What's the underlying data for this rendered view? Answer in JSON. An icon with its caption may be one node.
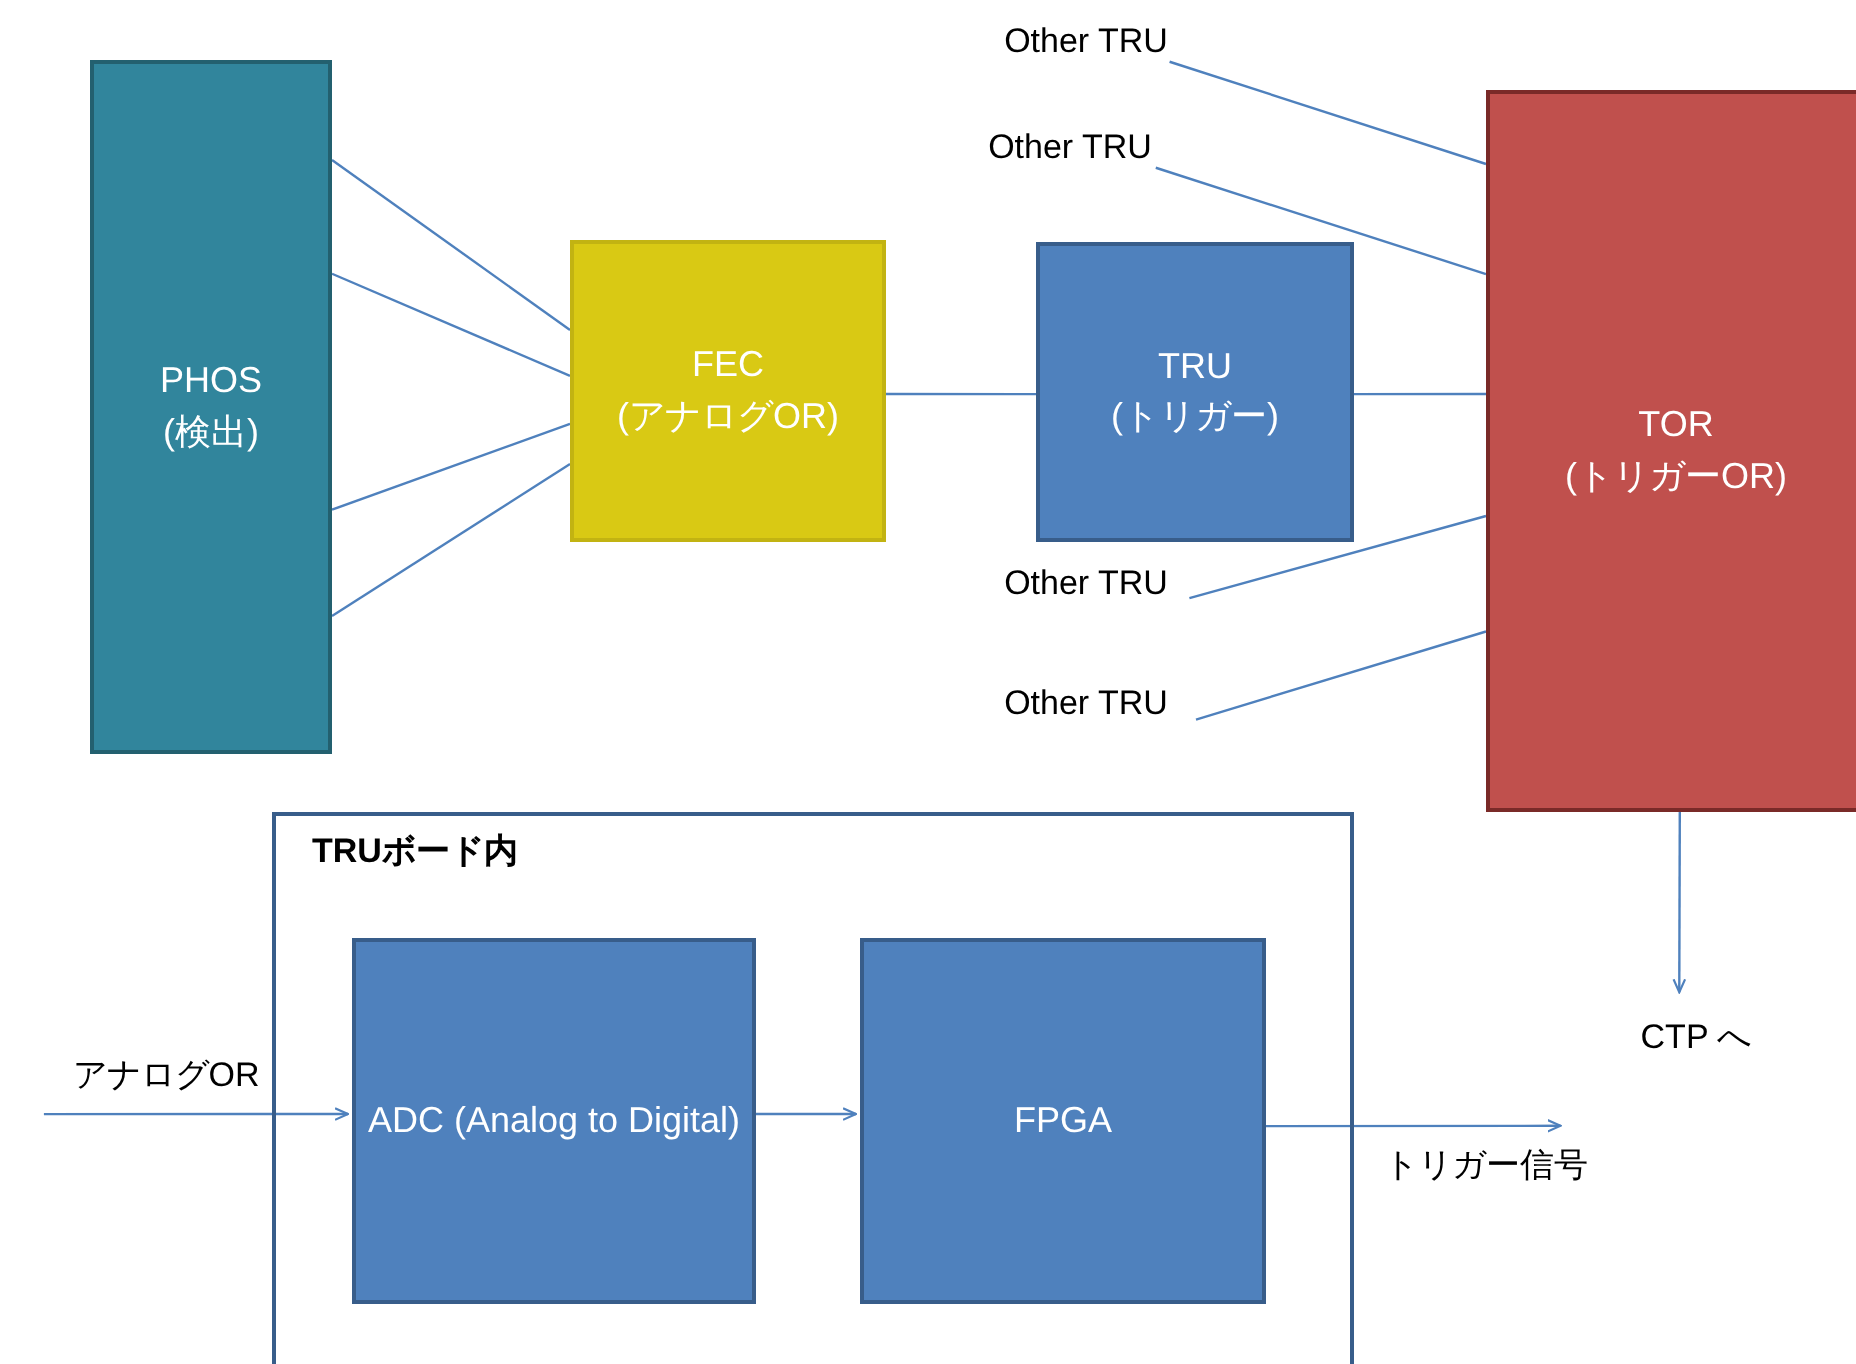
{
  "diagram": {
    "nodes": [
      {
        "text": [
          "PHOS (検出)"
        ]
      },
      {
        "text": [
          "FEC (アナログOR)"
        ]
      },
      {
        "text": [
          "TRU (トリガー)"
        ]
      },
      {
        "text": [
          "TOR (トリガーOR)"
        ]
      },
      {
        "text": [
          "Other TRU"
        ]
      },
      {
        "text": [
          "Other TRU"
        ]
      },
      {
        "text": [
          "Other TRU"
        ]
      },
      {
        "text": [
          "Other TRU"
        ]
      },
      {
        "text": [
          "CTP へ"
        ]
      },
      {
        "text": [
          "TRUボード内"
        ]
      },
      {
        "text": [
          "ADC (Analog to Digital)"
        ],
        "in": 9
      },
      {
        "text": [
          "FPGA"
        ],
        "in": 9
      },
      {
        "text": [
          "アナログOR"
        ]
      },
      {
        "text": [
          "トリガー信号"
        ]
      }
    ],
    "edges": [
      {
        "from": 0,
        "to": 1,
        "arrow": "none"
      },
      {
        "from": 0,
        "to": 1,
        "arrow": "none"
      },
      {
        "from": 0,
        "to": 1,
        "arrow": "none"
      },
      {
        "from": 0,
        "to": 1,
        "arrow": "none"
      },
      {
        "from": 1,
        "to": 2,
        "arrow": "none"
      },
      {
        "from": 2,
        "to": 3,
        "arrow": "none"
      },
      {
        "from": 4,
        "to": 3,
        "arrow": "none"
      },
      {
        "from": 5,
        "to": 3,
        "arrow": "none"
      },
      {
        "from": 6,
        "to": 3,
        "arrow": "none"
      },
      {
        "from": 7,
        "to": 3,
        "arrow": "none"
      },
      {
        "from": 3,
        "to": 8,
        "arrow": "to"
      },
      {
        "from": 12,
        "to": 10,
        "arrow": "to"
      },
      {
        "from": 10,
        "to": 11,
        "arrow": "to"
      },
      {
        "from": 11,
        "to": 13,
        "arrow": "to"
      }
    ]
  }
}
